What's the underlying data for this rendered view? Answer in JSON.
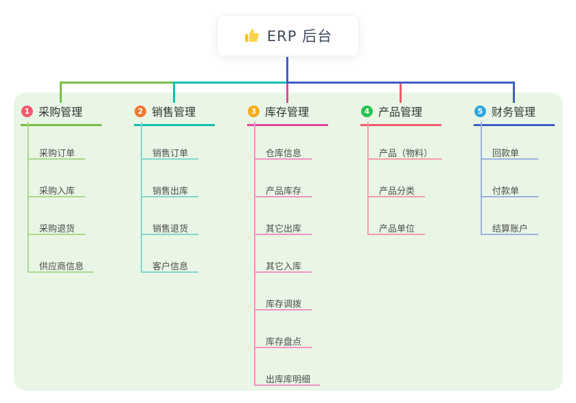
{
  "root": {
    "title": "ERP 后台",
    "icon": "thumbs-up-icon"
  },
  "branches": [
    {
      "num": "1",
      "label": "采购管理",
      "accent": "#76bd45",
      "light": "#a9d78c",
      "badge": "#f25a6e",
      "children": [
        "采购订单",
        "采购入库",
        "采购退货",
        "供应商信息"
      ]
    },
    {
      "num": "2",
      "label": "销售管理",
      "accent": "#16bcaf",
      "light": "#82d6cd",
      "badge": "#f0772f",
      "children": [
        "销售订单",
        "销售出库",
        "销售退货",
        "客户信息"
      ]
    },
    {
      "num": "3",
      "label": "库存管理",
      "accent": "#e0479c",
      "light": "#f191c3",
      "badge": "#f7ab19",
      "children": [
        "仓库信息",
        "产品库存",
        "其它出库",
        "其它入库",
        "库存调拨",
        "库存盘点",
        "出库库明细"
      ]
    },
    {
      "num": "4",
      "label": "产品管理",
      "accent": "#f4566c",
      "light": "#f79ca6",
      "badge": "#29c24e",
      "children": [
        "产品（物料）",
        "产品分类",
        "产品单位"
      ]
    },
    {
      "num": "5",
      "label": "财务管理",
      "accent": "#3f5cc6",
      "light": "#9cb0e0",
      "badge": "#30a6e0",
      "children": [
        "回款单",
        "付款单",
        "结算账户"
      ]
    }
  ],
  "colors": {
    "panel_bg": "#e9f6e5",
    "root_line": "#3f5cc6",
    "title_text": "#3e4a5a"
  }
}
